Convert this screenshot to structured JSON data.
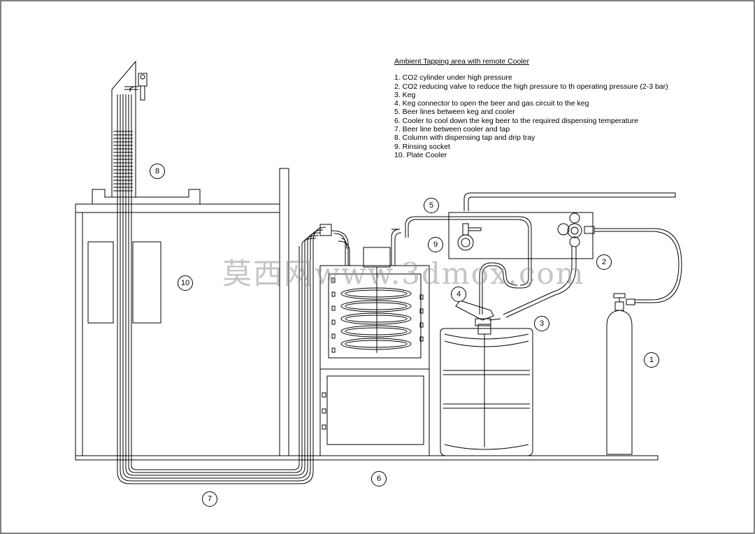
{
  "legend": {
    "title": "Ambient Tapping area with remote Cooler",
    "items": [
      "1. CO2 cylinder under high pressure",
      "2. CO2 reducing valve to reduce the high pressure to th operating pressure (2-3 bar)",
      "3. Keg",
      "4. Keg connector to open the beer and gas circuit to the keg",
      "5. Beer lines between keg and cooler",
      "6. Cooler to cool down the keg beer to the required dispensing temperature",
      "7. Beer line between cooler and tap",
      "8. Column with dispensing tap and drip tray",
      "9. Rinsing socket",
      "10. Plate Cooler"
    ]
  },
  "badges": {
    "b1": "1",
    "b2": "2",
    "b3": "3",
    "b4": "4",
    "b5": "5",
    "b6": "6",
    "b7": "7",
    "b8": "8",
    "b9": "9",
    "b10": "10"
  },
  "watermark": "莫西网www.3dmox.com"
}
